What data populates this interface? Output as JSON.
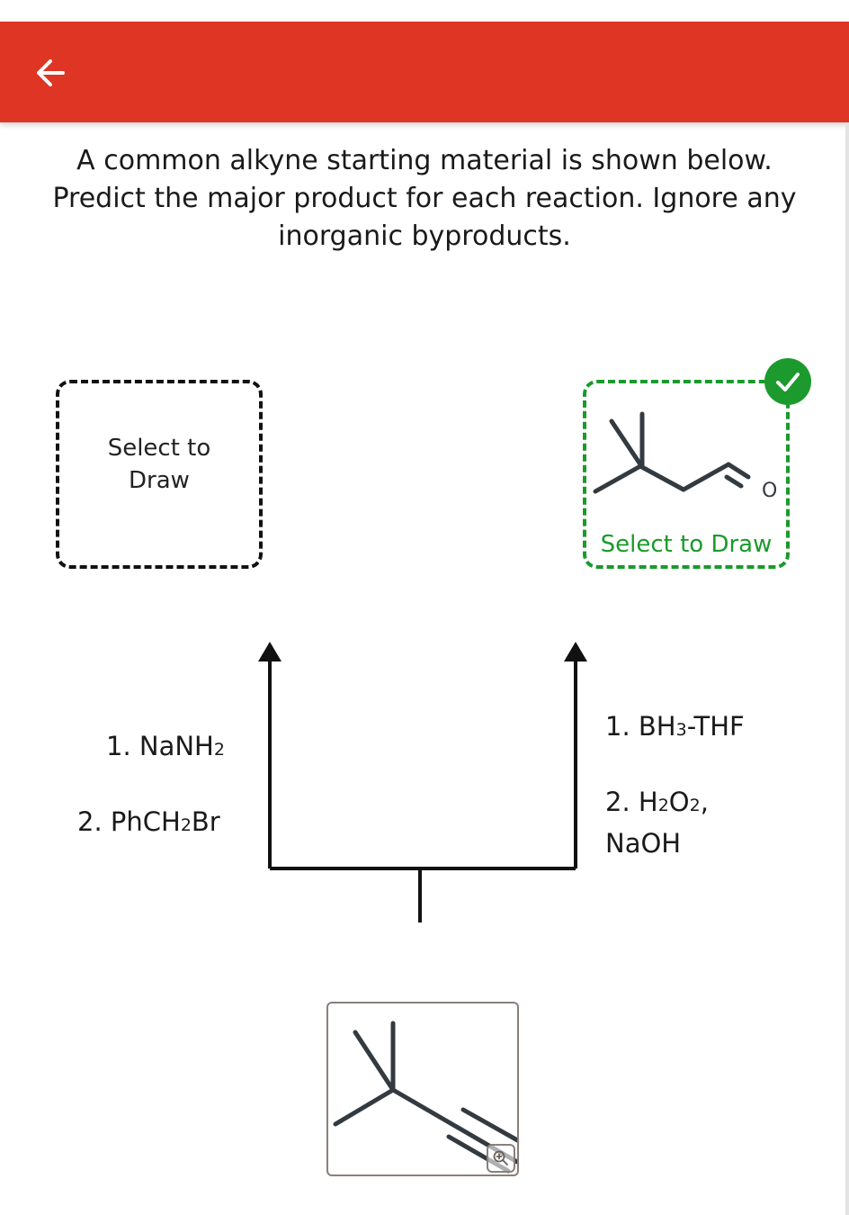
{
  "header": {
    "color": "#df3524",
    "back_icon": "arrow-left-icon"
  },
  "question": {
    "text": "A common alkyne starting material is shown below. Predict the major product for each reaction. Ignore any inorganic byproducts."
  },
  "left_product": {
    "placeholder": "Select to Draw"
  },
  "right_product": {
    "label": "Select to Draw",
    "atom_label": "O",
    "status_icon": "checkmark-icon",
    "status_color": "#1c9a2e"
  },
  "left_reagents": {
    "step1_prefix": "1. NaNH",
    "step1_sub": "2",
    "step2_prefix": "2. PhCH",
    "step2_sub": "2",
    "step2_suffix": "Br"
  },
  "right_reagents": {
    "step1_prefix": "1. BH",
    "step1_sub": "3",
    "step1_suffix": "-THF",
    "step2_prefix": "2. H",
    "step2_sub1": "2",
    "step2_mid": "O",
    "step2_sub2": "2",
    "step2_suffix": ",",
    "step2_line2": "NaOH"
  },
  "starting_material": {
    "zoom_icon": "zoom-in-icon"
  }
}
